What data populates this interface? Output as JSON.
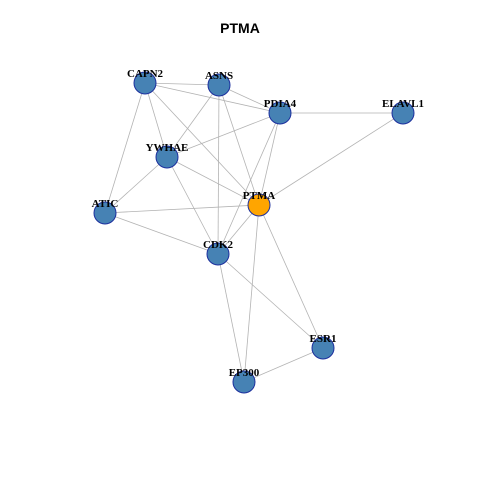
{
  "title": "PTMA",
  "colors": {
    "node_fill": "#4682b4",
    "node_stroke": "#1c2f9e",
    "center_fill": "#ffa500",
    "center_stroke": "#cc7a00",
    "edge": "#b3b3b3"
  },
  "nodes": [
    {
      "id": "CAPN2",
      "label": "CAPN2",
      "center": false
    },
    {
      "id": "ASNS",
      "label": "ASNS",
      "center": false
    },
    {
      "id": "PDIA4",
      "label": "PDIA4",
      "center": false
    },
    {
      "id": "ELAVL1",
      "label": "ELAVL1",
      "center": false
    },
    {
      "id": "YWHAE",
      "label": "YWHAE",
      "center": false
    },
    {
      "id": "PTMA",
      "label": "PTMA",
      "center": true
    },
    {
      "id": "ATIC",
      "label": "ATIC",
      "center": false
    },
    {
      "id": "CDK2",
      "label": "CDK2",
      "center": false
    },
    {
      "id": "ESR1",
      "label": "ESR1",
      "center": false
    },
    {
      "id": "EP300",
      "label": "EP300",
      "center": false
    }
  ],
  "edges": [
    [
      "CAPN2",
      "ASNS"
    ],
    [
      "CAPN2",
      "PDIA4"
    ],
    [
      "CAPN2",
      "YWHAE"
    ],
    [
      "CAPN2",
      "ATIC"
    ],
    [
      "CAPN2",
      "PTMA"
    ],
    [
      "ASNS",
      "PDIA4"
    ],
    [
      "ASNS",
      "YWHAE"
    ],
    [
      "ASNS",
      "PTMA"
    ],
    [
      "ASNS",
      "CDK2"
    ],
    [
      "PDIA4",
      "ELAVL1"
    ],
    [
      "PDIA4",
      "YWHAE"
    ],
    [
      "PDIA4",
      "PTMA"
    ],
    [
      "PDIA4",
      "CDK2"
    ],
    [
      "ELAVL1",
      "PTMA"
    ],
    [
      "YWHAE",
      "ATIC"
    ],
    [
      "YWHAE",
      "PTMA"
    ],
    [
      "YWHAE",
      "CDK2"
    ],
    [
      "PTMA",
      "ATIC"
    ],
    [
      "PTMA",
      "CDK2"
    ],
    [
      "PTMA",
      "ESR1"
    ],
    [
      "PTMA",
      "EP300"
    ],
    [
      "ATIC",
      "CDK2"
    ],
    [
      "CDK2",
      "ESR1"
    ],
    [
      "CDK2",
      "EP300"
    ],
    [
      "ESR1",
      "EP300"
    ]
  ]
}
